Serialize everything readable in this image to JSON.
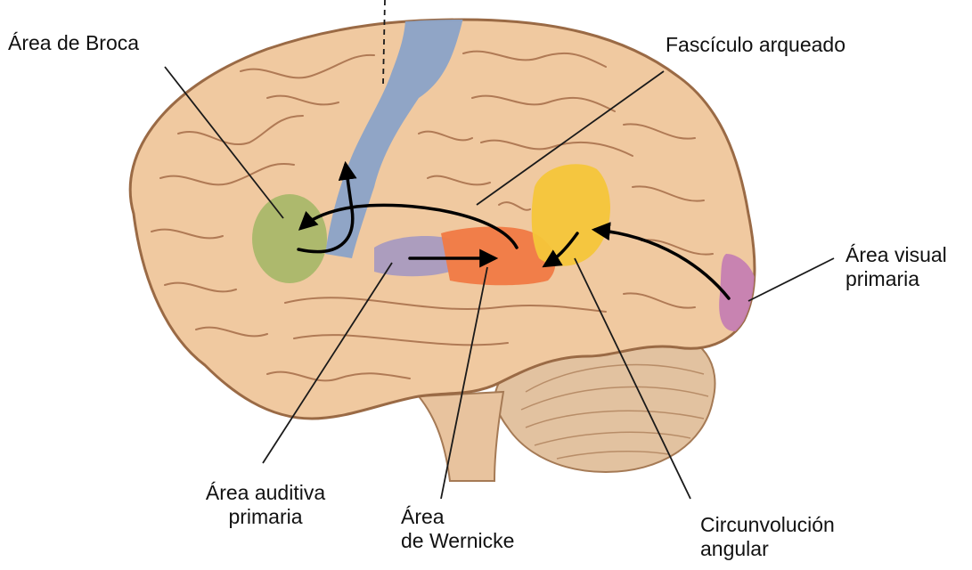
{
  "labels": {
    "broca": "Área de Broca",
    "fasciculo": "Fascículo arqueado",
    "visual_line1": "Área visual",
    "visual_line2": "primaria",
    "auditiva_line1": "Área auditiva",
    "auditiva_line2": "primaria",
    "wernicke_line1": "Área",
    "wernicke_line2": "de Wernicke",
    "angular_line1": "Circunvolución",
    "angular_line2": "angular"
  },
  "colors": {
    "brain": "#f0c9a0",
    "sulci": "#b07a55",
    "cerebellum": "#e2c2a0",
    "broca": "#a9b86a",
    "motor": "#8aa3c8",
    "auditory": "#a89bc0",
    "wernicke": "#f07a45",
    "angular": "#f4c63a",
    "visual": "#c57fb2"
  }
}
